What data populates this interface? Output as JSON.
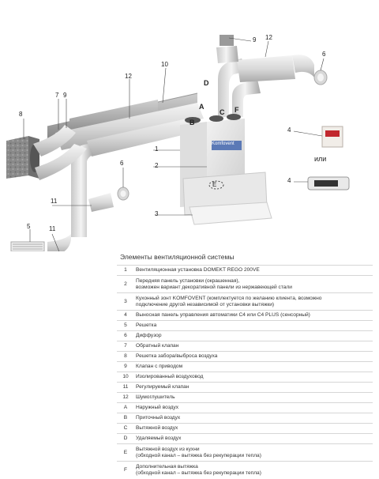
{
  "callouts": {
    "c1": "1",
    "c2": "2",
    "c3": "3",
    "c4a": "4",
    "c4b": "4",
    "c5": "5",
    "c6a": "6",
    "c6b": "6",
    "c7": "7",
    "c8": "8",
    "c9a": "9",
    "c9b": "9",
    "c10": "10",
    "c11a": "11",
    "c11b": "11",
    "c12a": "12",
    "c12b": "12",
    "A": "A",
    "B": "B",
    "C": "C",
    "D": "D",
    "E": "E",
    "F": "F",
    "or": "или"
  },
  "brand": "Komfovent",
  "legend": {
    "title": "Элементы вентиляционной системы",
    "rows": [
      {
        "key": "1",
        "text": "Вентиляционная установка DOMEKT REGO 200VE"
      },
      {
        "key": "2",
        "text": "Передняя панель установки (окрашенная),\nвозможен вариант декоративной панели из нержавеющей стали"
      },
      {
        "key": "3",
        "text": "Кухонный зонт KOMFOVENT (комплектуется по желанию клиента, возможно\nподключение другой  независимой от установки вытяжки)"
      },
      {
        "key": "4",
        "text": "Выносная панель управления автоматики С4 или С4 PLUS (сенсорный)"
      },
      {
        "key": "5",
        "text": "Решетка"
      },
      {
        "key": "6",
        "text": "Диффузор"
      },
      {
        "key": "7",
        "text": "Обратный клапан"
      },
      {
        "key": "8",
        "text": "Решетка забора/выброса воздуха"
      },
      {
        "key": "9",
        "text": "Клапан с приводом"
      },
      {
        "key": "10",
        "text": "Изолированный воздуховод"
      },
      {
        "key": "11",
        "text": "Регулируемый  клапан"
      },
      {
        "key": "12",
        "text": "Шумоглушитель"
      },
      {
        "key": "A",
        "text": "Наружный воздух"
      },
      {
        "key": "B",
        "text": "Приточный воздух"
      },
      {
        "key": "C",
        "text": "Вытяжной воздух"
      },
      {
        "key": "D",
        "text": "Удаляемый воздух"
      },
      {
        "key": "E",
        "text": "Вытяжной воздух из кухни\n(обходной канал – вытяжка без рекуперации тепла)"
      },
      {
        "key": "F",
        "text": "Дополнительная вытяжка\n(обходной канал – вытяжка без рекуперации тепла)"
      }
    ]
  }
}
